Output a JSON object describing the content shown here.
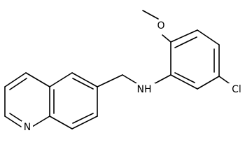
{
  "molecule": {
    "atoms": {
      "oxygen": "O",
      "amine": "NH",
      "chlorine": "Cl",
      "ring_nitrogen": "N"
    },
    "colors": {
      "bond": "#000000",
      "label": "#000000",
      "background": "#ffffff"
    }
  }
}
